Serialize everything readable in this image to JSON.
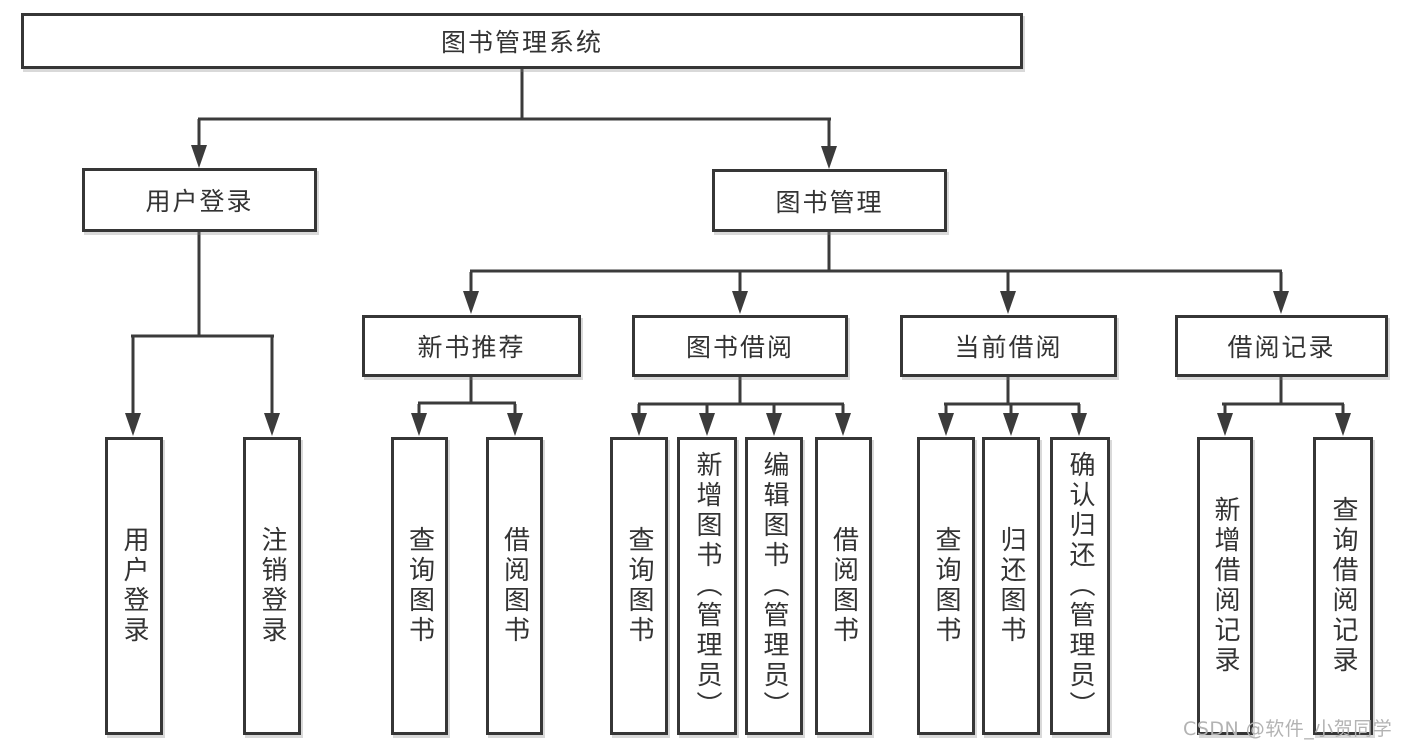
{
  "watermark": "CSDN @软件_小贺同学",
  "colors": {
    "line": "#3b3b3b",
    "box_border": "#363636",
    "text": "#333333",
    "watermark": "#b3b3b3",
    "background": "#ffffff"
  },
  "tree": {
    "label": "图书管理系统",
    "children": [
      {
        "label": "用户登录",
        "children": [
          {
            "label": "用户登录"
          },
          {
            "label": "注销登录"
          }
        ]
      },
      {
        "label": "图书管理",
        "children": [
          {
            "label": "新书推荐",
            "children": [
              {
                "label": "查询图书"
              },
              {
                "label": "借阅图书"
              }
            ]
          },
          {
            "label": "图书借阅",
            "children": [
              {
                "label": "查询图书"
              },
              {
                "label": "新增图书（管理员）"
              },
              {
                "label": "编辑图书（管理员）"
              },
              {
                "label": "借阅图书"
              }
            ]
          },
          {
            "label": "当前借阅",
            "children": [
              {
                "label": "查询图书"
              },
              {
                "label": "归还图书"
              },
              {
                "label": "确认归还（管理员）"
              }
            ]
          },
          {
            "label": "借阅记录",
            "children": [
              {
                "label": "新增借阅记录"
              },
              {
                "label": "查询借阅记录"
              }
            ]
          }
        ]
      }
    ]
  }
}
